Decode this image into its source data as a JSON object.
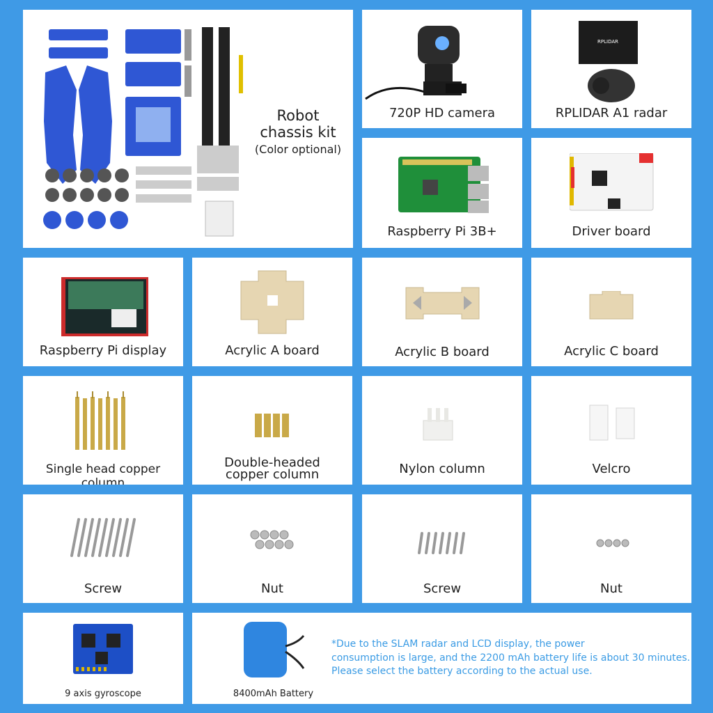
{
  "items": {
    "chassis": {
      "title_line1": "Robot",
      "title_line2": "chassis kit",
      "subtitle": "(Color optional)"
    },
    "camera": {
      "label": "720P HD camera"
    },
    "radar": {
      "label": "RPLIDAR A1 radar",
      "box_text": "RPLIDAR"
    },
    "pi": {
      "label": "Raspberry Pi 3B+"
    },
    "driver": {
      "label": "Driver board"
    },
    "display": {
      "label": "Raspberry Pi display"
    },
    "acrylic_a": {
      "label": "Acrylic A board"
    },
    "acrylic_b": {
      "label": "Acrylic B board"
    },
    "acrylic_c": {
      "label": "Acrylic C board"
    },
    "single_copper": {
      "label": "Single head copper column"
    },
    "double_copper": {
      "label_line1": "Double-headed",
      "label_line2": "copper column"
    },
    "nylon": {
      "label": "Nylon column"
    },
    "velcro": {
      "label": "Velcro"
    },
    "screw_long": {
      "label": "Screw"
    },
    "nut_many": {
      "label": "Nut"
    },
    "screw_short": {
      "label": "Screw"
    },
    "nut_few": {
      "label": "Nut"
    },
    "gyro": {
      "label": "9 axis gyroscope"
    },
    "battery": {
      "label": "8400mAh Battery"
    }
  },
  "battery_note": {
    "line1": "*Due to the SLAM radar and LCD display, the power",
    "line2": "consumption is large, and the 2200 mAh battery life is about 30 minutes.",
    "line3": "Please select the battery according to the actual use."
  },
  "colors": {
    "background": "#3f9ae6",
    "card": "#ffffff",
    "note_text": "#3a9be4",
    "chassis_blue": "#2f57d4",
    "acrylic": "#e6d6b2",
    "brass": "#c9a948"
  }
}
